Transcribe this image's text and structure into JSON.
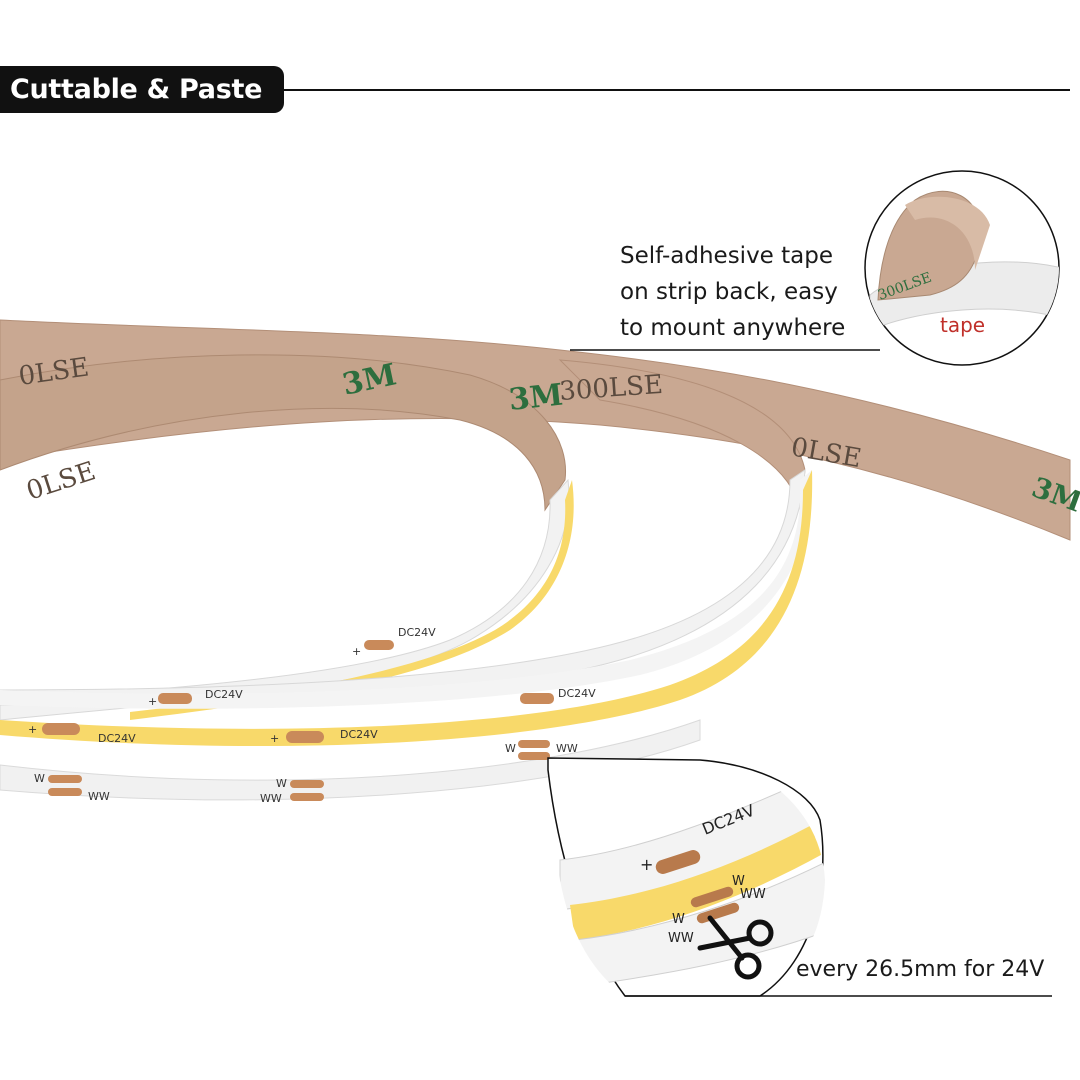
{
  "header": {
    "title": "Cuttable & Paste"
  },
  "adhesive_callout": {
    "lines": [
      "Self-adhesive tape",
      "on strip back, easy",
      "to mount anywhere"
    ],
    "inset_label": "tape"
  },
  "strip_markings": {
    "brand": "3M",
    "tape_code": "300LSE",
    "tape_code_partial": "0LSE",
    "voltage": "DC24V",
    "plus": "+",
    "pad_w": "W",
    "pad_ww": "WW"
  },
  "cut_callout": {
    "caption": "every 26.5mm for 24V"
  },
  "colors": {
    "tape_brown": "#c9a892",
    "tape_print": "#2d6e3e",
    "led_yellow": "#f8d96a",
    "pcb_white": "#f2f2f2",
    "pad_copper": "#c98a5a",
    "tape_label_red": "#c0302a"
  }
}
